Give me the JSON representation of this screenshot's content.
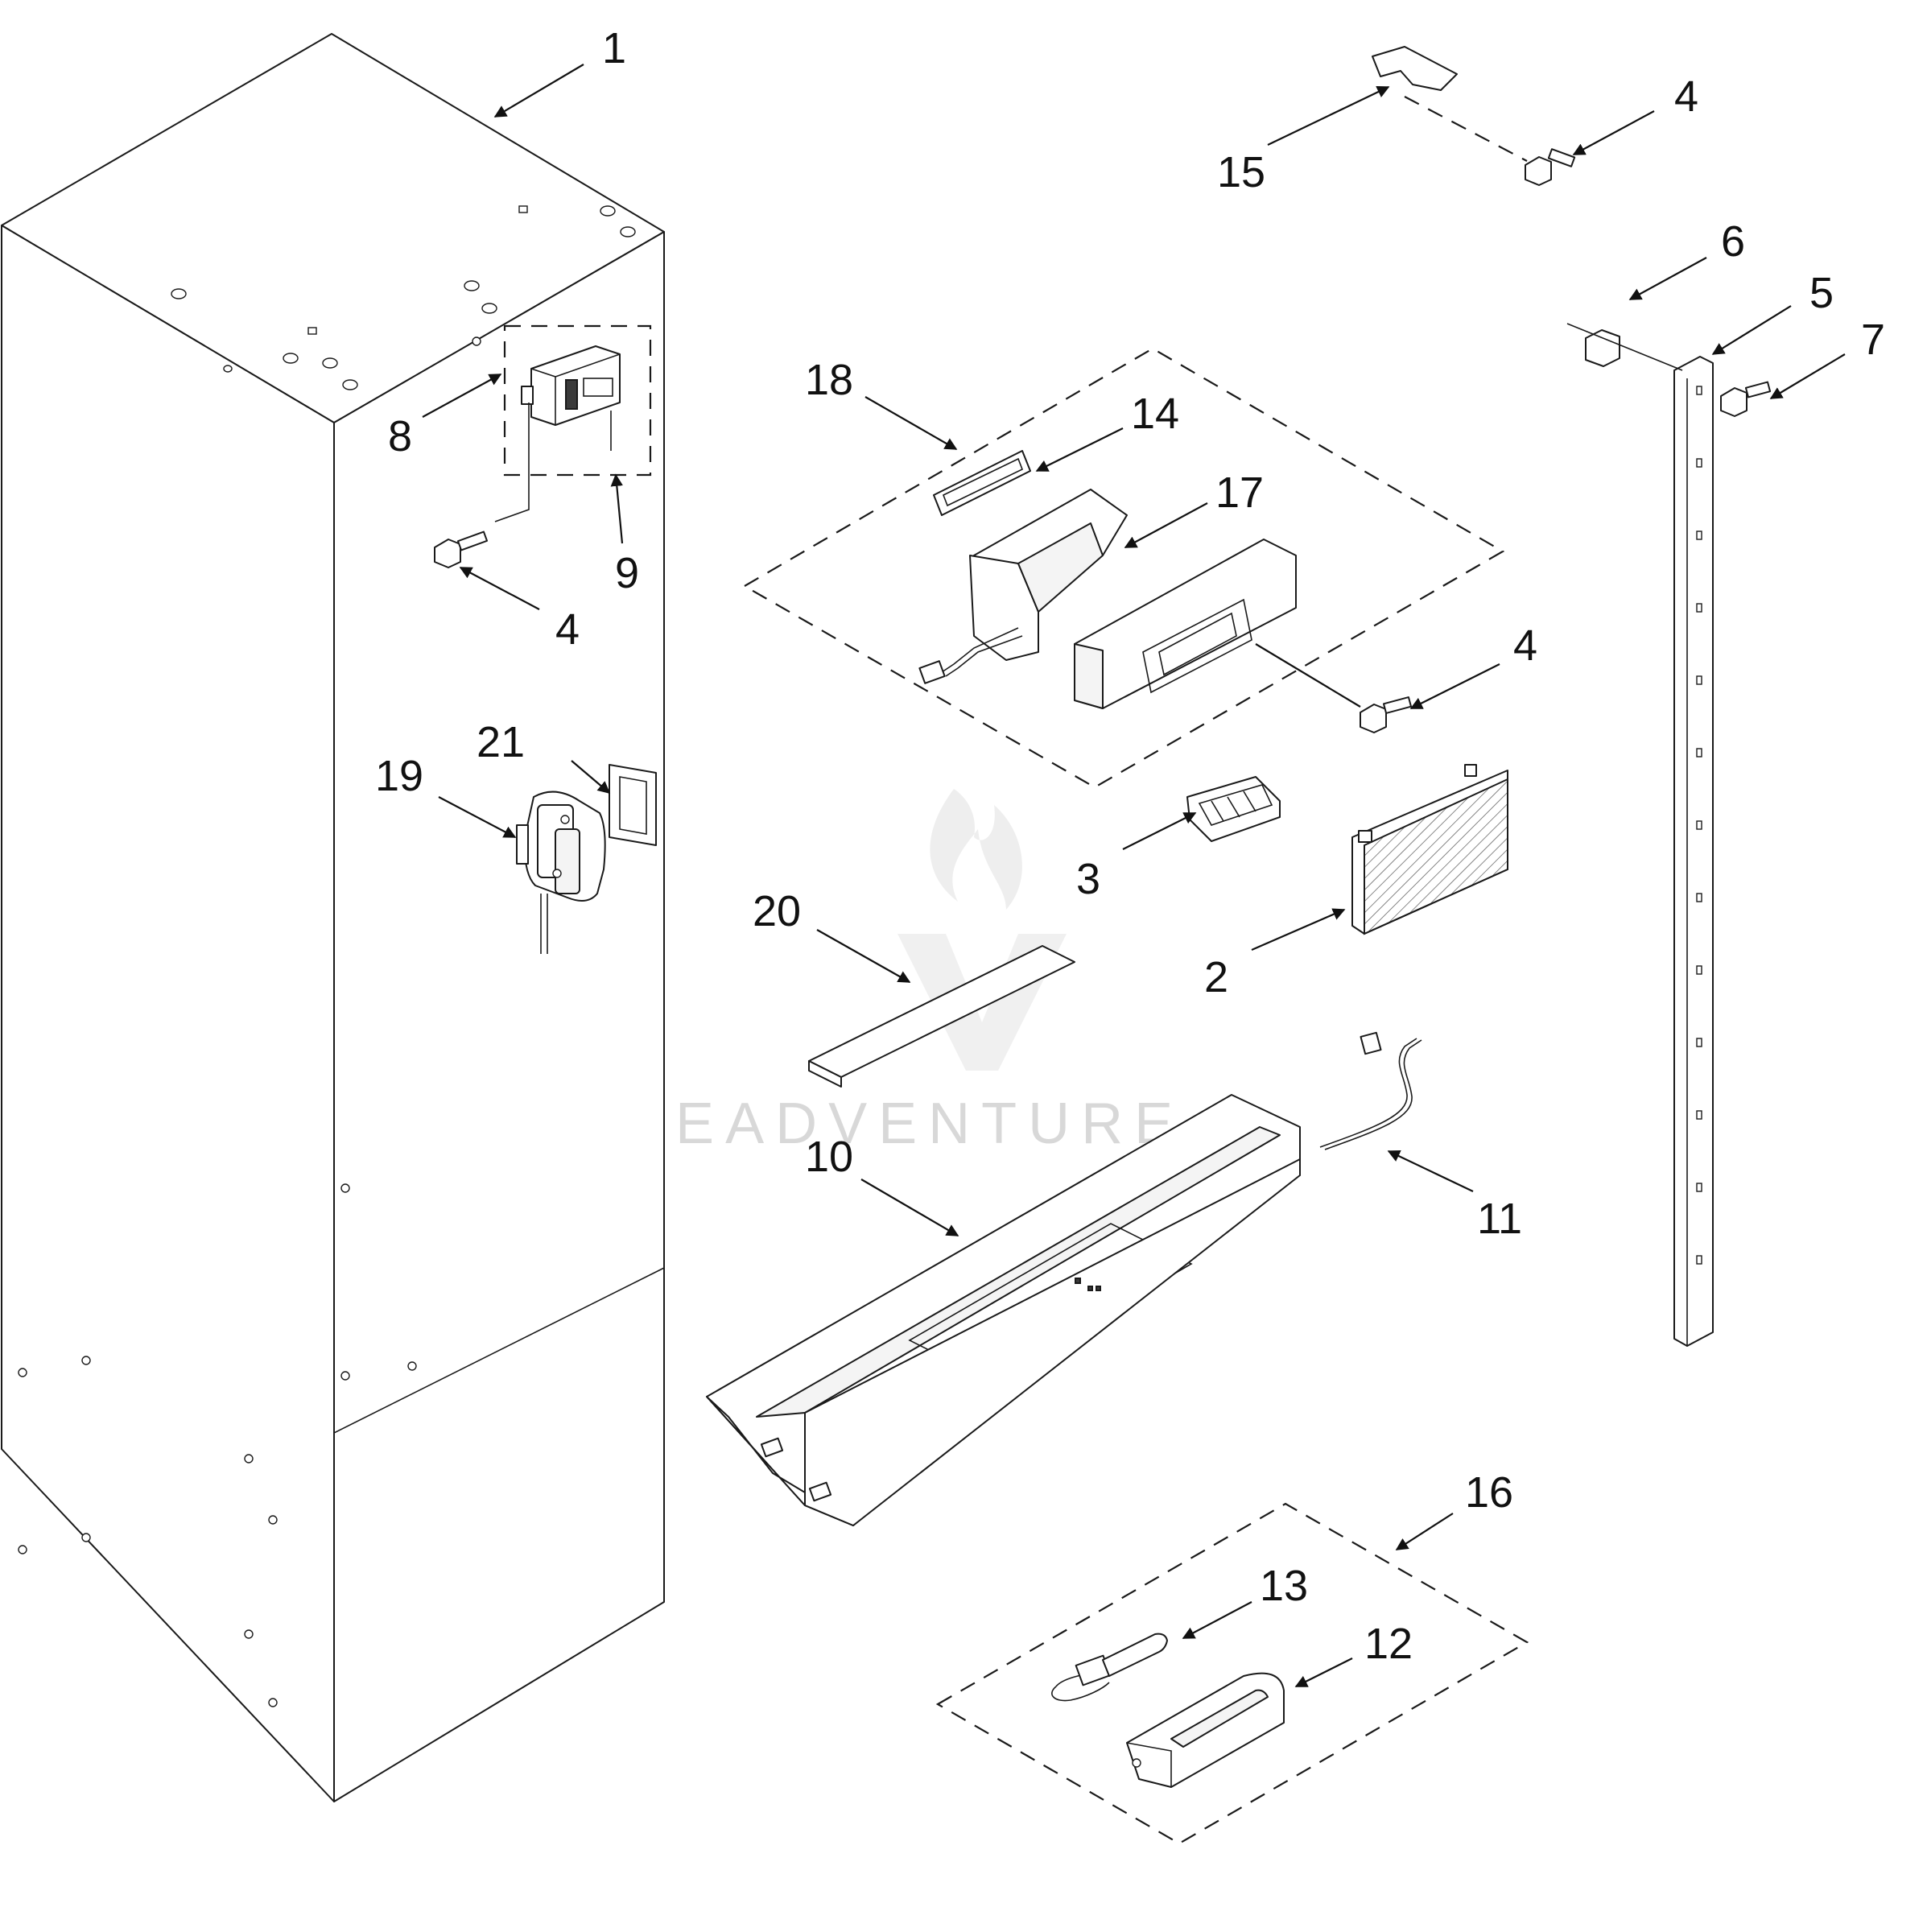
{
  "watermark": {
    "text": "LEADVENTURE"
  },
  "callouts": [
    {
      "id": "c1",
      "label": "1"
    },
    {
      "id": "c15",
      "label": "15"
    },
    {
      "id": "c4a",
      "label": "4"
    },
    {
      "id": "c6",
      "label": "6"
    },
    {
      "id": "c5",
      "label": "5"
    },
    {
      "id": "c7",
      "label": "7"
    },
    {
      "id": "c18",
      "label": "18"
    },
    {
      "id": "c14",
      "label": "14"
    },
    {
      "id": "c17",
      "label": "17"
    },
    {
      "id": "c8",
      "label": "8"
    },
    {
      "id": "c9",
      "label": "9"
    },
    {
      "id": "c4b",
      "label": "4"
    },
    {
      "id": "c4c",
      "label": "4"
    },
    {
      "id": "c21",
      "label": "21"
    },
    {
      "id": "c19",
      "label": "19"
    },
    {
      "id": "c3",
      "label": "3"
    },
    {
      "id": "c20",
      "label": "20"
    },
    {
      "id": "c2",
      "label": "2"
    },
    {
      "id": "c10",
      "label": "10"
    },
    {
      "id": "c11",
      "label": "11"
    },
    {
      "id": "c16",
      "label": "16"
    },
    {
      "id": "c13",
      "label": "13"
    },
    {
      "id": "c12",
      "label": "12"
    }
  ]
}
